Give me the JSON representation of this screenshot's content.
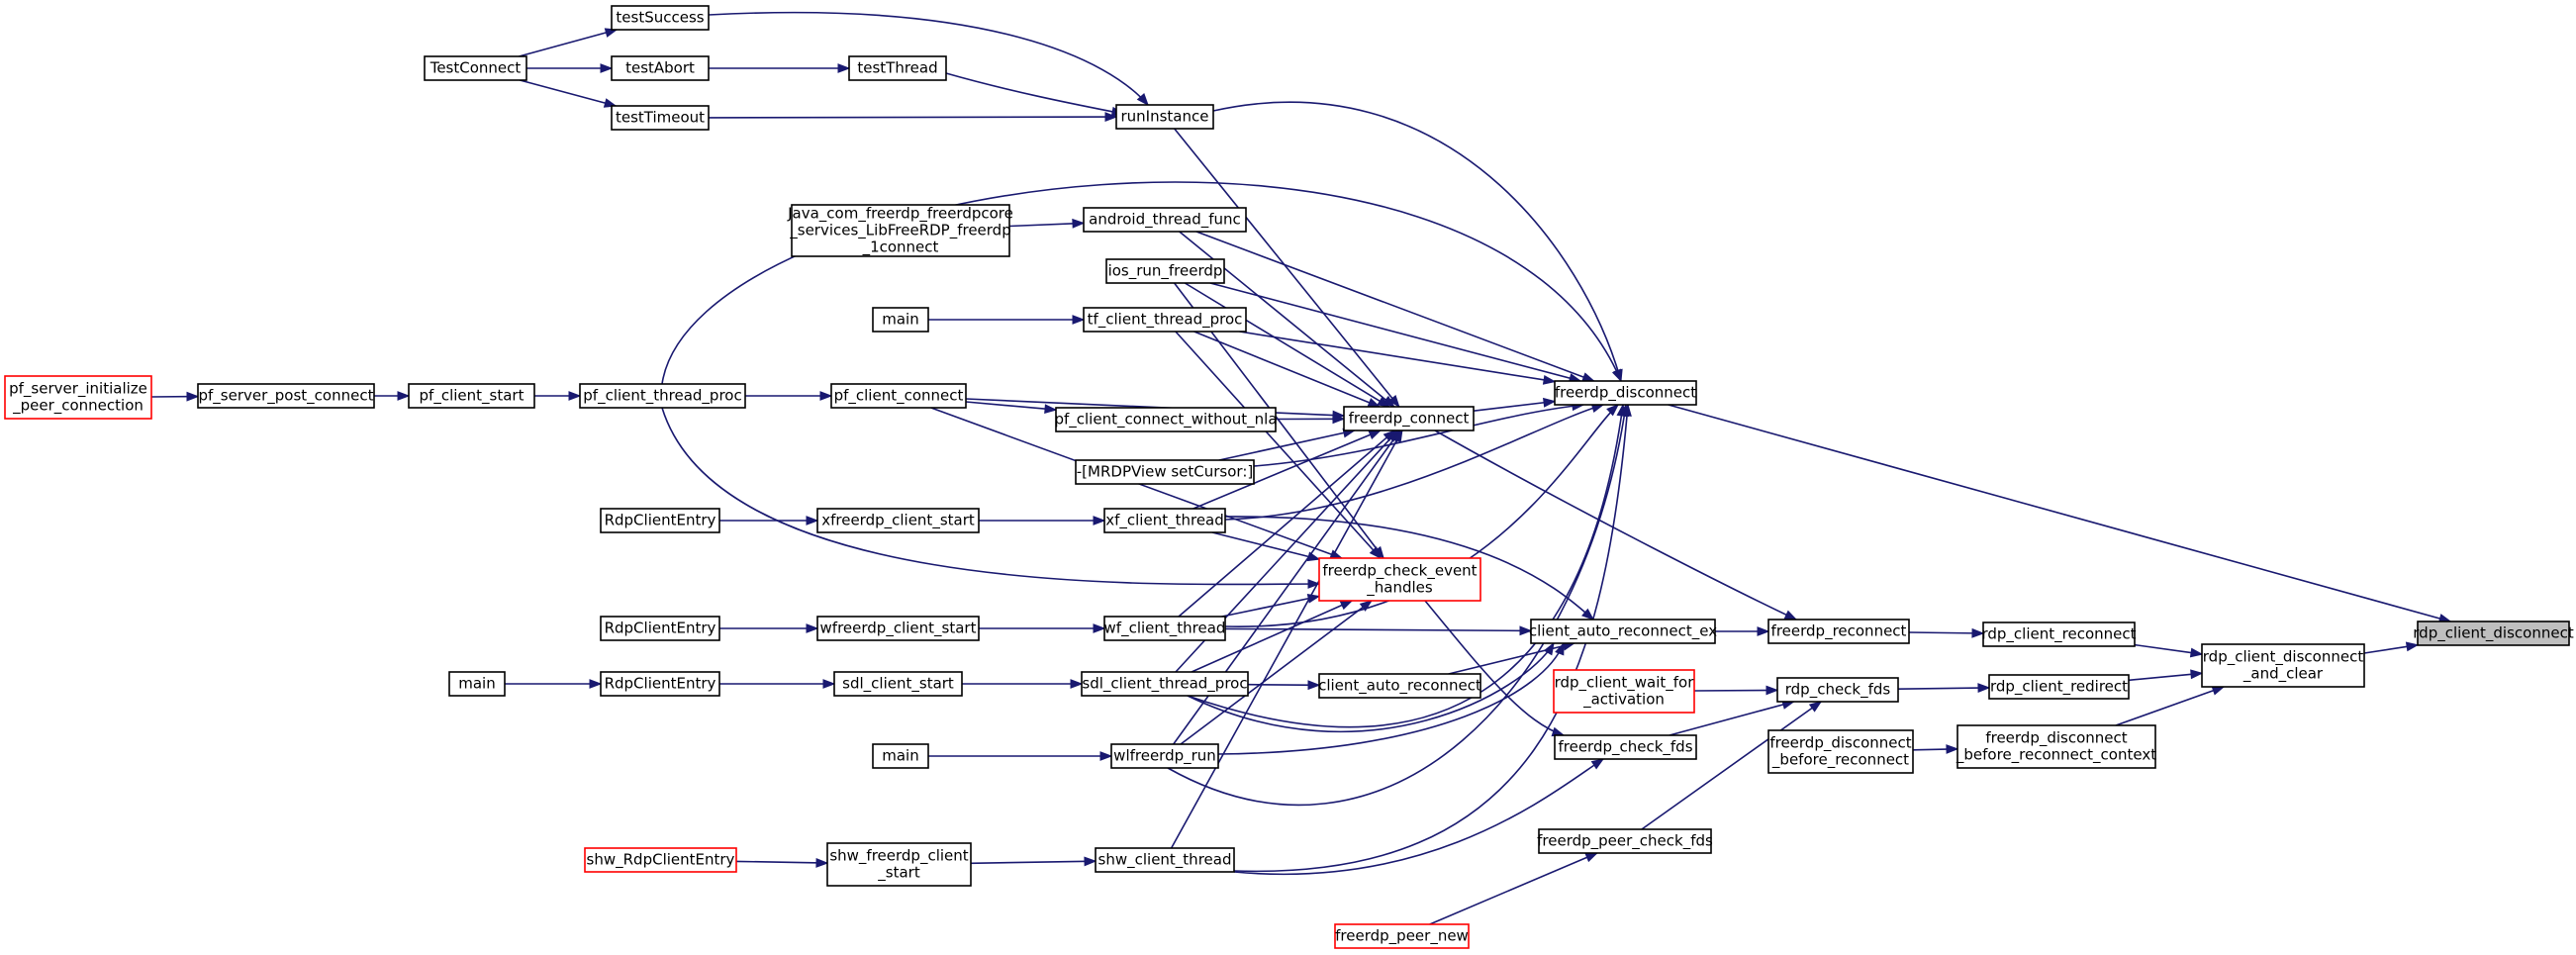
{
  "graph": {
    "title": "",
    "edge_color": "#191970",
    "highlight_fill": "#bfbfbf",
    "entry_border_color": "#ff0000",
    "nodes": [
      {
        "id": "rdp_client_disconnect",
        "lines": [
          "rdp_client_disconnect"
        ],
        "style": "target"
      },
      {
        "id": "rdp_client_disconnect_and_clear",
        "lines": [
          "rdp_client_disconnect",
          "_and_clear"
        ],
        "style": "normal"
      },
      {
        "id": "freerdp_disconnect",
        "lines": [
          "freerdp_disconnect"
        ],
        "style": "normal"
      },
      {
        "id": "rdp_client_reconnect",
        "lines": [
          "rdp_client_reconnect"
        ],
        "style": "normal"
      },
      {
        "id": "rdp_client_redirect",
        "lines": [
          "rdp_client_redirect"
        ],
        "style": "normal"
      },
      {
        "id": "freerdp_disconnect_before_reconnect_context",
        "lines": [
          "freerdp_disconnect",
          "_before_reconnect_context"
        ],
        "style": "normal"
      },
      {
        "id": "freerdp_reconnect",
        "lines": [
          "freerdp_reconnect"
        ],
        "style": "normal"
      },
      {
        "id": "rdp_check_fds",
        "lines": [
          "rdp_check_fds"
        ],
        "style": "normal"
      },
      {
        "id": "freerdp_disconnect_before_reconnect",
        "lines": [
          "freerdp_disconnect",
          "_before_reconnect"
        ],
        "style": "normal"
      },
      {
        "id": "client_auto_reconnect_ex",
        "lines": [
          "client_auto_reconnect_ex"
        ],
        "style": "normal"
      },
      {
        "id": "rdp_client_wait_for_activation",
        "lines": [
          "rdp_client_wait_for",
          "_activation"
        ],
        "style": "red"
      },
      {
        "id": "freerdp_check_fds",
        "lines": [
          "freerdp_check_fds"
        ],
        "style": "normal"
      },
      {
        "id": "freerdp_peer_check_fds",
        "lines": [
          "freerdp_peer_check_fds"
        ],
        "style": "normal"
      },
      {
        "id": "freerdp_connect",
        "lines": [
          "freerdp_connect"
        ],
        "style": "normal"
      },
      {
        "id": "freerdp_check_event_handles",
        "lines": [
          "freerdp_check_event",
          "_handles"
        ],
        "style": "red"
      },
      {
        "id": "client_auto_reconnect",
        "lines": [
          "client_auto_reconnect"
        ],
        "style": "normal"
      },
      {
        "id": "freerdp_peer_new",
        "lines": [
          "freerdp_peer_new"
        ],
        "style": "red"
      },
      {
        "id": "runInstance",
        "lines": [
          "runInstance"
        ],
        "style": "normal"
      },
      {
        "id": "android_thread_func",
        "lines": [
          "android_thread_func"
        ],
        "style": "normal"
      },
      {
        "id": "ios_run_freerdp",
        "lines": [
          "ios_run_freerdp"
        ],
        "style": "normal"
      },
      {
        "id": "tf_client_thread_proc",
        "lines": [
          "tf_client_thread_proc"
        ],
        "style": "normal"
      },
      {
        "id": "pf_client_connect",
        "lines": [
          "pf_client_connect"
        ],
        "style": "normal"
      },
      {
        "id": "pf_client_connect_without_nla",
        "lines": [
          "pf_client_connect_without_nla"
        ],
        "style": "normal"
      },
      {
        "id": "mrdpview_setcursor",
        "lines": [
          "-[MRDPView setCursor:]"
        ],
        "style": "normal"
      },
      {
        "id": "xf_client_thread",
        "lines": [
          "xf_client_thread"
        ],
        "style": "normal"
      },
      {
        "id": "wf_client_thread",
        "lines": [
          "wf_client_thread"
        ],
        "style": "normal"
      },
      {
        "id": "sdl_client_thread_proc",
        "lines": [
          "sdl_client_thread_proc"
        ],
        "style": "normal"
      },
      {
        "id": "wlfreerdp_run",
        "lines": [
          "wlfreerdp_run"
        ],
        "style": "normal"
      },
      {
        "id": "shw_client_thread",
        "lines": [
          "shw_client_thread"
        ],
        "style": "normal"
      },
      {
        "id": "testSuccess",
        "lines": [
          "testSuccess"
        ],
        "style": "normal"
      },
      {
        "id": "testAbort",
        "lines": [
          "testAbort"
        ],
        "style": "normal"
      },
      {
        "id": "testThread",
        "lines": [
          "testThread"
        ],
        "style": "normal"
      },
      {
        "id": "testTimeout",
        "lines": [
          "testTimeout"
        ],
        "style": "normal"
      },
      {
        "id": "TestConnect",
        "lines": [
          "TestConnect"
        ],
        "style": "normal"
      },
      {
        "id": "java_connect",
        "lines": [
          "Java_com_freerdp_freerdpcore",
          "_services_LibFreeRDP_freerdp",
          "_1connect"
        ],
        "style": "normal"
      },
      {
        "id": "main_tf",
        "lines": [
          "main"
        ],
        "style": "normal"
      },
      {
        "id": "pf_client_thread_proc",
        "lines": [
          "pf_client_thread_proc"
        ],
        "style": "normal"
      },
      {
        "id": "pf_client_start",
        "lines": [
          "pf_client_start"
        ],
        "style": "normal"
      },
      {
        "id": "pf_server_post_connect",
        "lines": [
          "pf_server_post_connect"
        ],
        "style": "normal"
      },
      {
        "id": "pf_server_initialize_peer_connection",
        "lines": [
          "pf_server_initialize",
          "_peer_connection"
        ],
        "style": "red"
      },
      {
        "id": "xfreerdp_client_start",
        "lines": [
          "xfreerdp_client_start"
        ],
        "style": "normal"
      },
      {
        "id": "RdpClientEntry_x",
        "lines": [
          "RdpClientEntry"
        ],
        "style": "normal"
      },
      {
        "id": "wfreerdp_client_start",
        "lines": [
          "wfreerdp_client_start"
        ],
        "style": "normal"
      },
      {
        "id": "RdpClientEntry_w",
        "lines": [
          "RdpClientEntry"
        ],
        "style": "normal"
      },
      {
        "id": "sdl_client_start",
        "lines": [
          "sdl_client_start"
        ],
        "style": "normal"
      },
      {
        "id": "RdpClientEntry_sdl",
        "lines": [
          "RdpClientEntry"
        ],
        "style": "normal"
      },
      {
        "id": "main_sdl",
        "lines": [
          "main"
        ],
        "style": "normal"
      },
      {
        "id": "main_wl",
        "lines": [
          "main"
        ],
        "style": "normal"
      },
      {
        "id": "shw_freerdp_client_start",
        "lines": [
          "shw_freerdp_client",
          "_start"
        ],
        "style": "normal"
      },
      {
        "id": "shw_RdpClientEntry",
        "lines": [
          "shw_RdpClientEntry"
        ],
        "style": "red"
      }
    ],
    "edges": [
      [
        "rdp_client_disconnect_and_clear",
        "rdp_client_disconnect"
      ],
      [
        "freerdp_disconnect",
        "rdp_client_disconnect"
      ],
      [
        "rdp_client_reconnect",
        "rdp_client_disconnect_and_clear"
      ],
      [
        "rdp_client_redirect",
        "rdp_client_disconnect_and_clear"
      ],
      [
        "freerdp_disconnect_before_reconnect_context",
        "rdp_client_disconnect_and_clear"
      ],
      [
        "freerdp_reconnect",
        "rdp_client_reconnect"
      ],
      [
        "rdp_check_fds",
        "rdp_client_redirect"
      ],
      [
        "freerdp_disconnect_before_reconnect",
        "freerdp_disconnect_before_reconnect_context"
      ],
      [
        "client_auto_reconnect_ex",
        "freerdp_reconnect"
      ],
      [
        "freerdp_connect",
        "freerdp_reconnect"
      ],
      [
        "rdp_client_wait_for_activation",
        "rdp_check_fds"
      ],
      [
        "freerdp_check_fds",
        "rdp_check_fds"
      ],
      [
        "freerdp_peer_check_fds",
        "rdp_check_fds"
      ],
      [
        "freerdp_check_event_handles",
        "freerdp_check_fds"
      ],
      [
        "shw_client_thread",
        "freerdp_check_fds"
      ],
      [
        "freerdp_peer_new",
        "freerdp_peer_check_fds"
      ],
      [
        "client_auto_reconnect",
        "client_auto_reconnect_ex"
      ],
      [
        "xf_client_thread",
        "client_auto_reconnect_ex"
      ],
      [
        "wf_client_thread",
        "client_auto_reconnect_ex"
      ],
      [
        "sdl_client_thread_proc",
        "client_auto_reconnect_ex"
      ],
      [
        "wlfreerdp_run",
        "client_auto_reconnect_ex"
      ],
      [
        "sdl_client_thread_proc",
        "client_auto_reconnect"
      ],
      [
        "freerdp_connect",
        "freerdp_disconnect"
      ],
      [
        "runInstance",
        "freerdp_disconnect"
      ],
      [
        "pf_client_thread_proc",
        "freerdp_disconnect"
      ],
      [
        "android_thread_func",
        "freerdp_disconnect"
      ],
      [
        "ios_run_freerdp",
        "freerdp_disconnect"
      ],
      [
        "tf_client_thread_proc",
        "freerdp_disconnect"
      ],
      [
        "mrdpview_setcursor",
        "freerdp_disconnect"
      ],
      [
        "xf_client_thread",
        "freerdp_disconnect"
      ],
      [
        "wf_client_thread",
        "freerdp_disconnect"
      ],
      [
        "sdl_client_thread_proc",
        "freerdp_disconnect"
      ],
      [
        "wlfreerdp_run",
        "freerdp_disconnect"
      ],
      [
        "shw_client_thread",
        "freerdp_disconnect"
      ],
      [
        "runInstance",
        "freerdp_connect"
      ],
      [
        "android_thread_func",
        "freerdp_connect"
      ],
      [
        "ios_run_freerdp",
        "freerdp_connect"
      ],
      [
        "tf_client_thread_proc",
        "freerdp_connect"
      ],
      [
        "pf_client_connect",
        "freerdp_connect"
      ],
      [
        "pf_client_connect_without_nla",
        "freerdp_connect"
      ],
      [
        "mrdpview_setcursor",
        "freerdp_connect"
      ],
      [
        "xf_client_thread",
        "freerdp_connect"
      ],
      [
        "wf_client_thread",
        "freerdp_connect"
      ],
      [
        "sdl_client_thread_proc",
        "freerdp_connect"
      ],
      [
        "wlfreerdp_run",
        "freerdp_connect"
      ],
      [
        "shw_client_thread",
        "freerdp_connect"
      ],
      [
        "ios_run_freerdp",
        "freerdp_check_event_handles"
      ],
      [
        "tf_client_thread_proc",
        "freerdp_check_event_handles"
      ],
      [
        "pf_client_connect",
        "freerdp_check_event_handles"
      ],
      [
        "pf_client_thread_proc",
        "freerdp_check_event_handles"
      ],
      [
        "xf_client_thread",
        "freerdp_check_event_handles"
      ],
      [
        "wf_client_thread",
        "freerdp_check_event_handles"
      ],
      [
        "sdl_client_thread_proc",
        "freerdp_check_event_handles"
      ],
      [
        "wlfreerdp_run",
        "freerdp_check_event_handles"
      ],
      [
        "testSuccess",
        "runInstance"
      ],
      [
        "testThread",
        "runInstance"
      ],
      [
        "testTimeout",
        "runInstance"
      ],
      [
        "testAbort",
        "testThread"
      ],
      [
        "TestConnect",
        "testSuccess"
      ],
      [
        "TestConnect",
        "testAbort"
      ],
      [
        "TestConnect",
        "testTimeout"
      ],
      [
        "java_connect",
        "android_thread_func"
      ],
      [
        "main_tf",
        "tf_client_thread_proc"
      ],
      [
        "pf_client_thread_proc",
        "pf_client_connect"
      ],
      [
        "pf_client_connect",
        "pf_client_connect_without_nla"
      ],
      [
        "pf_client_start",
        "pf_client_thread_proc"
      ],
      [
        "pf_server_post_connect",
        "pf_client_start"
      ],
      [
        "pf_server_initialize_peer_connection",
        "pf_server_post_connect"
      ],
      [
        "xfreerdp_client_start",
        "xf_client_thread"
      ],
      [
        "RdpClientEntry_x",
        "xfreerdp_client_start"
      ],
      [
        "wfreerdp_client_start",
        "wf_client_thread"
      ],
      [
        "RdpClientEntry_w",
        "wfreerdp_client_start"
      ],
      [
        "sdl_client_start",
        "sdl_client_thread_proc"
      ],
      [
        "RdpClientEntry_sdl",
        "sdl_client_start"
      ],
      [
        "main_sdl",
        "RdpClientEntry_sdl"
      ],
      [
        "main_wl",
        "wlfreerdp_run"
      ],
      [
        "shw_freerdp_client_start",
        "shw_client_thread"
      ],
      [
        "shw_RdpClientEntry",
        "shw_freerdp_client_start"
      ]
    ]
  }
}
